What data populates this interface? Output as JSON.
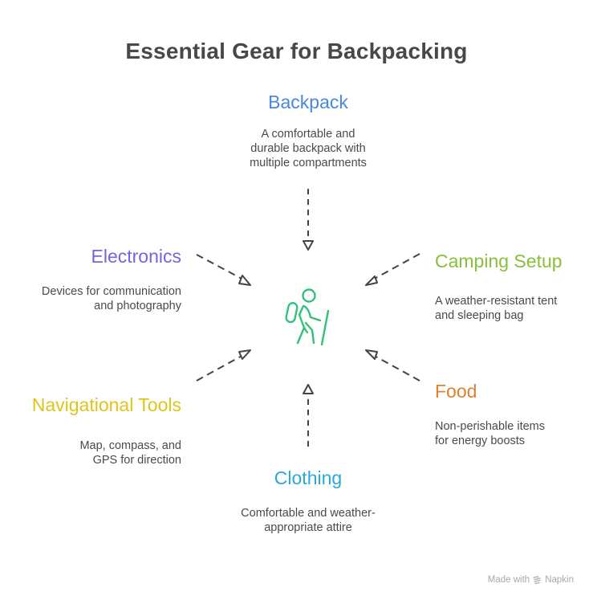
{
  "title": "Essential Gear for Backpacking",
  "center_icon": "hiker-icon",
  "center_color": "#33c17a",
  "arrow_color": "#444444",
  "nodes": {
    "backpack": {
      "title": "Backpack",
      "color": "#4a88e0",
      "lines": [
        "A comfortable and",
        "durable backpack with",
        "multiple compartments"
      ]
    },
    "electronics": {
      "title": "Electronics",
      "color": "#7a62dc",
      "lines": [
        "Devices for communication",
        "and photography"
      ]
    },
    "camping": {
      "title": "Camping Setup",
      "color": "#89bf3a",
      "lines": [
        "A weather-resistant tent",
        "and sleeping bag"
      ]
    },
    "navigation": {
      "title": "Navigational Tools",
      "color": "#e0c41c",
      "lines": [
        "Map, compass, and",
        "GPS for direction"
      ]
    },
    "food": {
      "title": "Food",
      "color": "#e0802c",
      "lines": [
        "Non-perishable items",
        "for energy boosts"
      ]
    },
    "clothing": {
      "title": "Clothing",
      "color": "#2aa8dc",
      "lines": [
        "Comfortable and weather-",
        "appropriate attire"
      ]
    }
  },
  "footer": {
    "made_with": "Made with",
    "brand": "Napkin",
    "icon": "napkin-logo-icon"
  }
}
